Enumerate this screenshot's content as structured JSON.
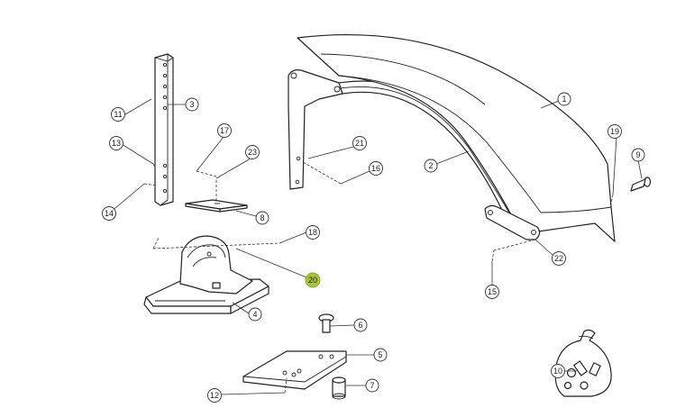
{
  "highlight_color": "#a8c43a",
  "callouts": {
    "c1": "1",
    "c2": "2",
    "c3": "3",
    "c4": "4",
    "c5": "5",
    "c6": "6",
    "c7": "7",
    "c8": "8",
    "c9": "9",
    "c10": "10",
    "c11": "11",
    "c12": "12",
    "c13": "13",
    "c14": "14",
    "c15": "15",
    "c16": "16",
    "c17": "17",
    "c18": "18",
    "c19": "19",
    "c20": "20",
    "c21": "21",
    "c22": "22",
    "c23": "23"
  },
  "highlighted_callout": "20"
}
